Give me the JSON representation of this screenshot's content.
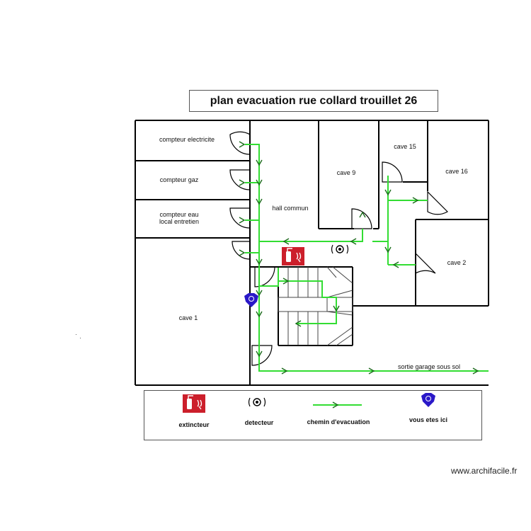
{
  "title": "plan evacuation rue collard trouillet 26",
  "rooms": {
    "compteur_electricite": "compteur electricite",
    "compteur_gaz": "compteur gaz",
    "compteur_eau_line1": "compteur eau",
    "compteur_eau_line2": "local entretien",
    "cave_1": "cave 1",
    "cave_9": "cave 9",
    "cave_15": "cave 15",
    "cave_16": "cave 16",
    "cave_2": "cave 2",
    "hall_commun": "hall commun",
    "sortie_garage": "sortie garage sous sol"
  },
  "legend": {
    "extincteur": "extincteur",
    "detecteur": "detecteur",
    "chemin": "chemin d'evacuation",
    "vous_etes_ici": "vous etes ici"
  },
  "colors": {
    "wall": "#000000",
    "path": "#33dd33",
    "extinguisher": "#cc1f2b",
    "marker": "#2a18c8"
  },
  "icons": [
    "fire-extinguisher-icon",
    "smoke-detector-icon",
    "you-are-here-icon"
  ],
  "watermark": "www.archifacile.fr"
}
